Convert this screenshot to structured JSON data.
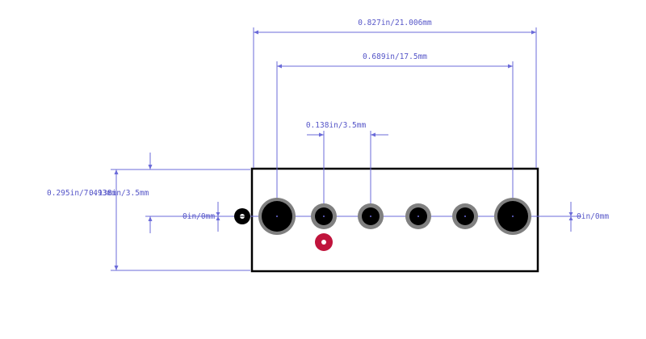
{
  "dimensions": {
    "overall_width": "0.827in/21.006mm",
    "outer_pad_pitch": "0.689in/17.5mm",
    "pad_pitch": "0.138in/3.5mm",
    "overall_height": "0.295in/7.493mm",
    "pad_row_offset": "0.138in/3.5mm",
    "origin_left": "0in/0mm",
    "origin_right": "0in/0mm"
  },
  "colors": {
    "dimension_line": "#6b6bd9",
    "outline": "#000000",
    "keepout": "#c0143c",
    "pad_ring": "#808080",
    "pad_hole": "#000000",
    "pin1_marker": "#c0143c"
  }
}
